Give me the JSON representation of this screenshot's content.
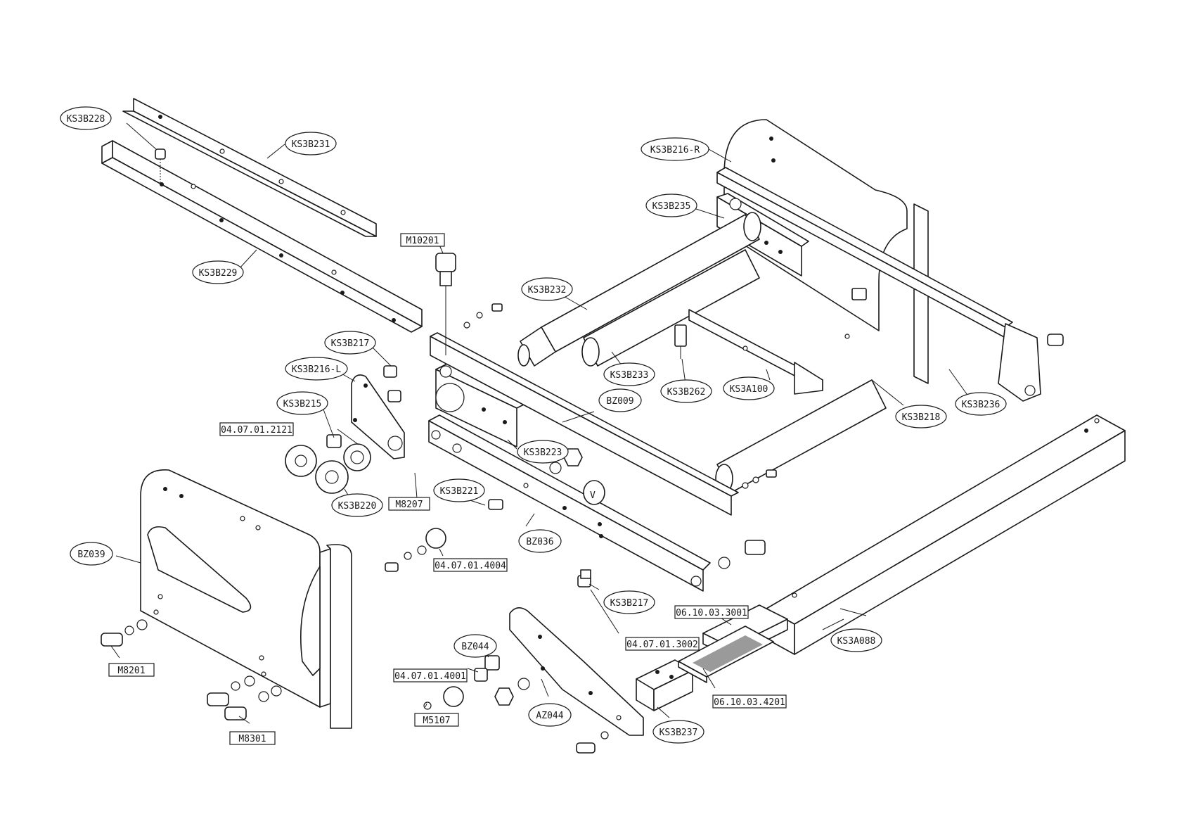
{
  "labels": {
    "ks3b228": "KS3B228",
    "ks3b231": "KS3B231",
    "ks3b229": "KS3B229",
    "m10201": "M10201",
    "ks3b216r": "KS3B216-R",
    "ks3b235": "KS3B235",
    "ks3b232": "KS3B232",
    "ks3b217a": "KS3B217",
    "ks3b216l": "KS3B216-L",
    "ks3b215": "KS3B215",
    "p040701_2121": "04.07.01.2121",
    "ks3b233": "KS3B233",
    "ks3b262": "KS3B262",
    "ks3a100": "KS3A100",
    "ks3b218": "KS3B218",
    "ks3b236": "KS3B236",
    "bz009": "BZ009",
    "ks3b223": "KS3B223",
    "ks3b220": "KS3B220",
    "m8207": "M8207",
    "ks3b221": "KS3B221",
    "bz039": "BZ039",
    "bz036": "BZ036",
    "p040701_4004": "04.07.01.4004",
    "ks3b217b": "KS3B217",
    "p061003_3001": "06.10.03.3001",
    "ks3a088": "KS3A088",
    "p040701_3002": "04.07.01.3002",
    "m8201": "M8201",
    "bz044": "BZ044",
    "p040701_4001": "04.07.01.4001",
    "p061003_4201": "06.10.03.4201",
    "m5107": "M5107",
    "az044": "AZ044",
    "ks3b237": "KS3B237",
    "m8301": "M8301",
    "v_mark": "V"
  }
}
